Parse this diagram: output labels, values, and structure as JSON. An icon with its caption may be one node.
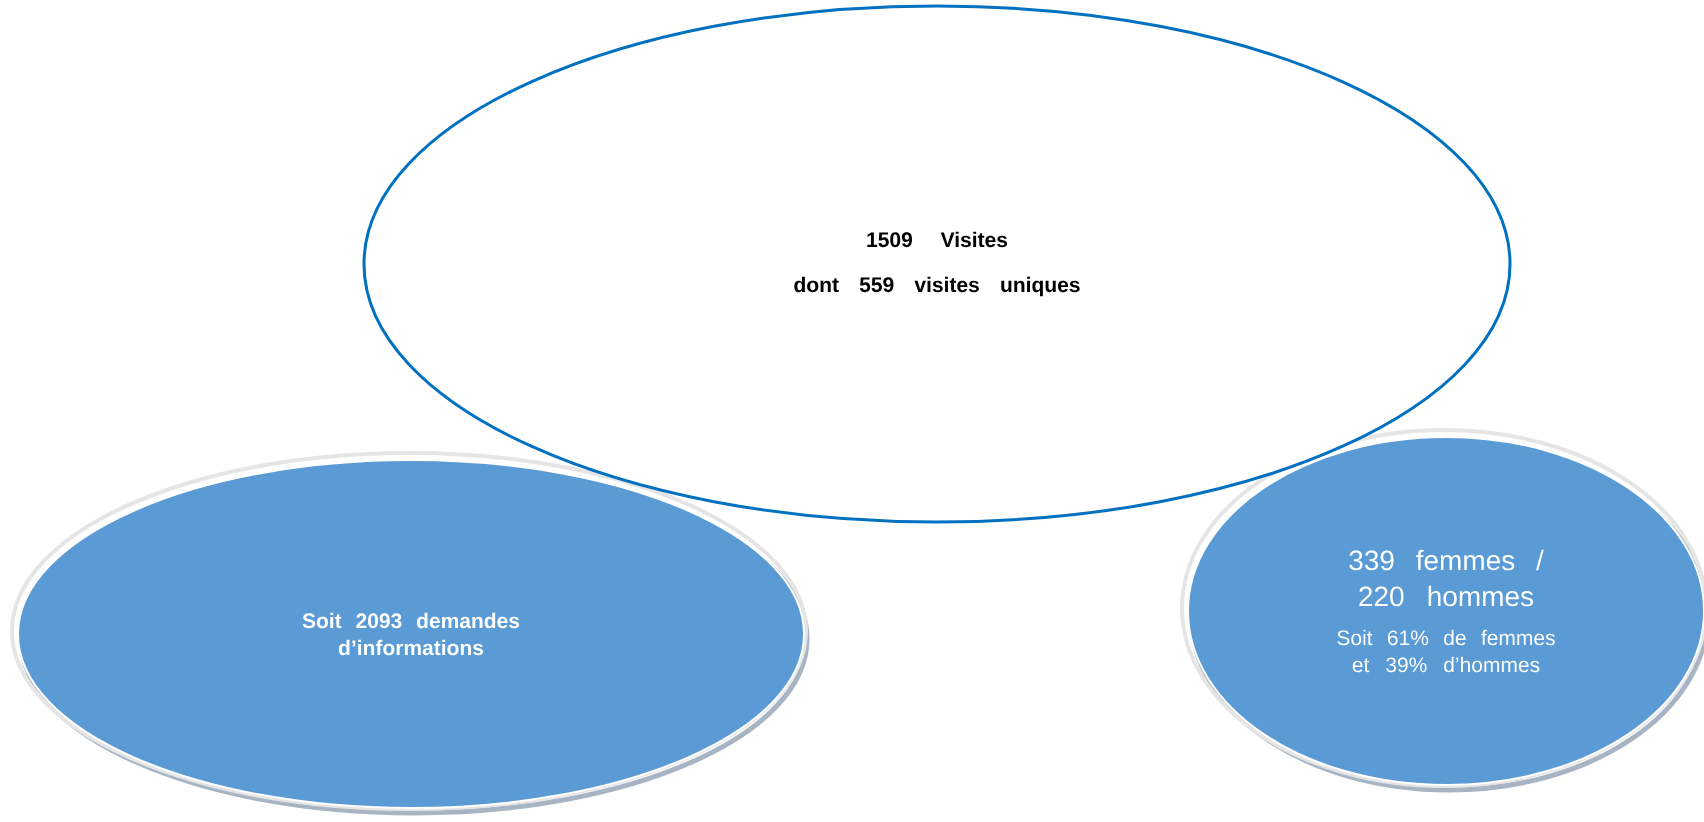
{
  "diagram": {
    "nodes": [
      {
        "text": [
          "1509 Visites",
          "dont 559 visites uniques"
        ]
      },
      {
        "text": [
          "Soit 2093 demandes d’informations"
        ]
      },
      {
        "text": [
          "339 femmes / 220 hommes",
          "Soit 61% de femmes et 39% d’hommes"
        ]
      }
    ]
  }
}
